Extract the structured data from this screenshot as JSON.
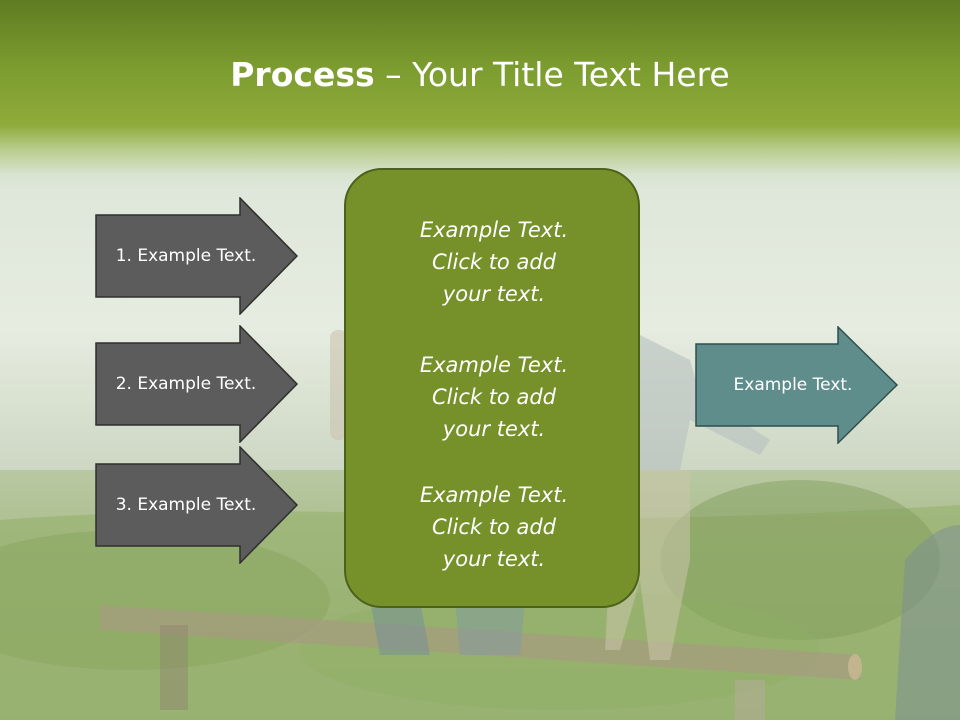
{
  "title": {
    "bold": "Process",
    "rest": " – Your Title Text Here"
  },
  "inputs": [
    {
      "label": "1. Example Text."
    },
    {
      "label": "2. Example Text."
    },
    {
      "label": "3. Example Text."
    }
  ],
  "panel": {
    "blocks": [
      {
        "line1": "Example Text.",
        "line2": "Click  to add",
        "line3": "your text."
      },
      {
        "line1": "Example Text.",
        "line2": "Click  to add",
        "line3": "your text."
      },
      {
        "line1": "Example Text.",
        "line2": "Click  to add",
        "line3": "your text."
      }
    ]
  },
  "output": {
    "label": "Example Text."
  },
  "colors": {
    "header": "#7d9d30",
    "input_arrow": "#5c5c5c",
    "panel": "#76902a",
    "output_arrow": "#5f8d8c"
  }
}
